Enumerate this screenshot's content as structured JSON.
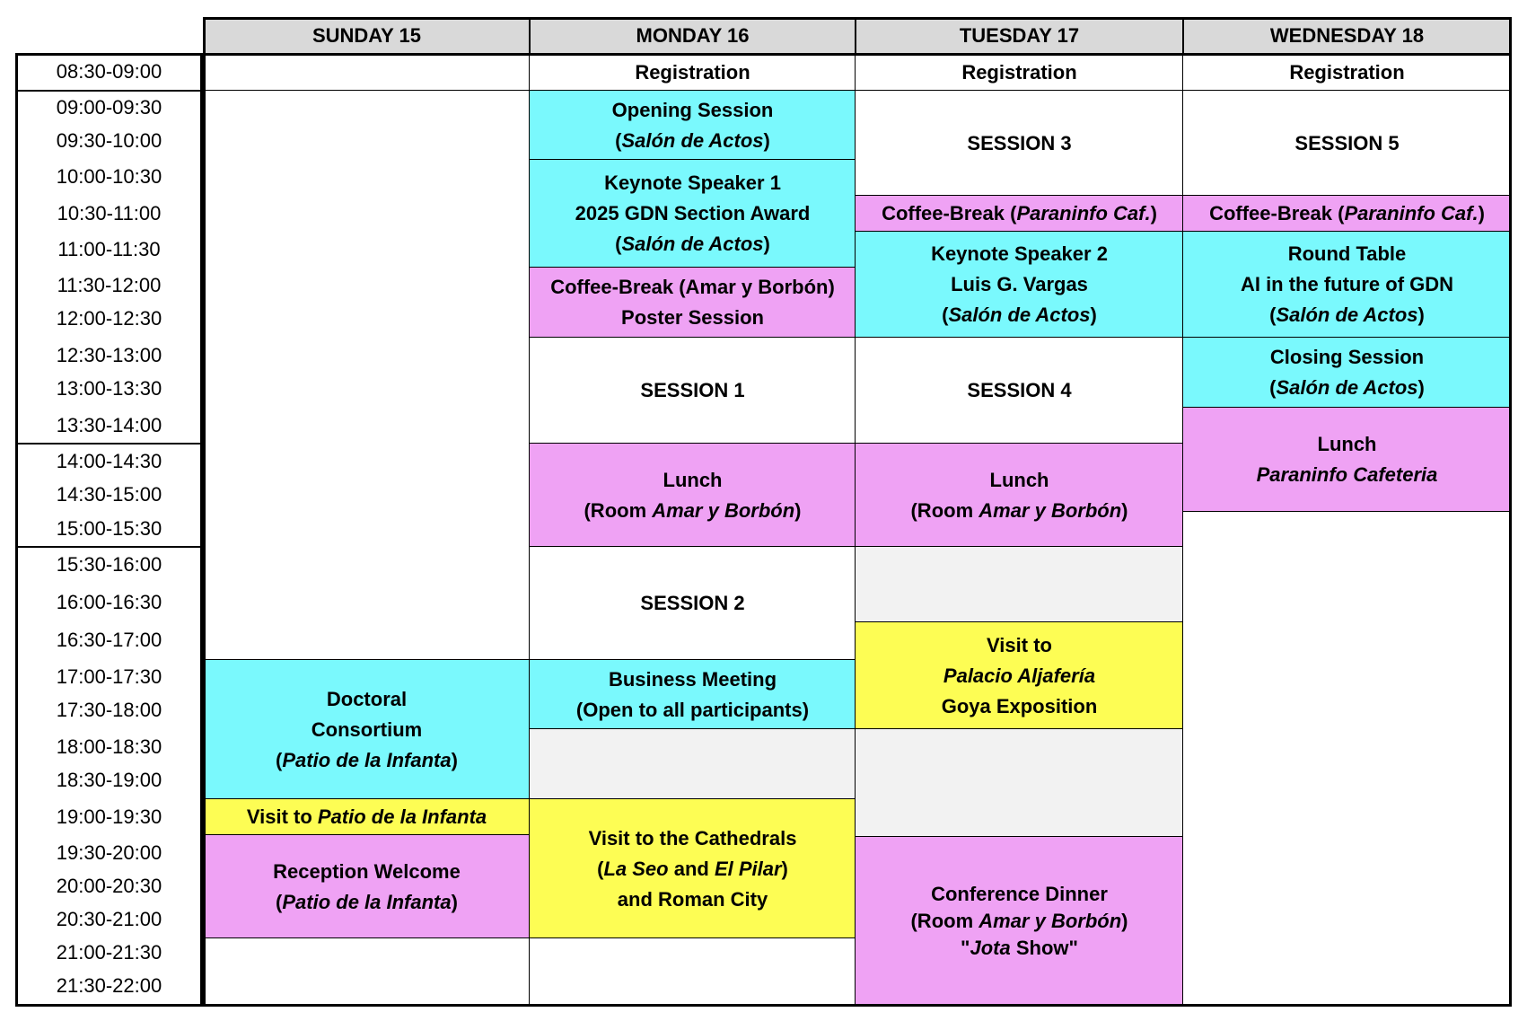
{
  "days": [
    "SUNDAY 15",
    "MONDAY 16",
    "TUESDAY 17",
    "WEDNESDAY 18"
  ],
  "times": [
    "08:30-09:00",
    "09:00-09:30",
    "09:30-10:00",
    "10:00-10:30",
    "10:30-11:00",
    "11:00-11:30",
    "11:30-12:00",
    "12:00-12:30",
    "12:30-13:00",
    "13:00-13:30",
    "13:30-14:00",
    "14:00-14:30",
    "14:30-15:00",
    "15:00-15:30",
    "15:30-16:00",
    "16:00-16:30",
    "16:30-17:00",
    "17:00-17:30",
    "17:30-18:00",
    "18:00-18:30",
    "18:30-19:00",
    "19:00-19:30",
    "19:30-20:00",
    "20:00-20:30",
    "20:30-21:00",
    "21:00-21:30",
    "21:30-22:00"
  ],
  "registration": "Registration",
  "sunday": {
    "doctoral": [
      "Doctoral",
      "Consortium"
    ],
    "doctoral_place": "Patio de la Infanta",
    "visit_prefix": "Visit to ",
    "visit_place": "Patio de la Infanta",
    "reception": "Reception Welcome",
    "reception_place": "Patio de la Infanta"
  },
  "monday": {
    "opening": "Opening Session",
    "salon": "Salón de Actos",
    "keynote1": "Keynote Speaker 1",
    "award": "2025 GDN Section Award",
    "coffee_poster": "Coffee-Break (Amar y Borbón)",
    "poster": "Poster Session",
    "session1": "SESSION 1",
    "lunch": "Lunch",
    "room_prefix": "(Room ",
    "room_name": "Amar y Borbón",
    "room_suffix": ")",
    "session2": "SESSION 2",
    "business": "Business Meeting",
    "business_note": "(Open to all participants)",
    "visit_cathedrals": "Visit to the Cathedrals",
    "seo": "La Seo",
    "and": " and ",
    "pilar": "El Pilar",
    "roman": "and Roman City"
  },
  "tuesday": {
    "session3": "SESSION 3",
    "coffee_prefix": "Coffee-Break (",
    "coffee_place": "Paraninfo Caf.",
    "coffee_suffix": ")",
    "keynote2": "Keynote Speaker 2",
    "speaker2": "Luis G. Vargas",
    "session4": "SESSION 4",
    "lunch": "Lunch",
    "visit": "Visit to",
    "palacio": "Palacio Aljafería",
    "goya": "Goya Exposition",
    "dinner": "Conference Dinner",
    "jota_prefix": "\"",
    "jota_name": "Jota",
    "jota_suffix": " Show\""
  },
  "wednesday": {
    "session5": "SESSION 5",
    "round": "Round Table",
    "ai": "AI in the future of GDN",
    "closing": "Closing Session",
    "lunch": "Lunch",
    "lunch_place": "Paraninfo Cafeteria"
  },
  "colors": {
    "header": "#d9d9d9",
    "session_cyan": "#7af9fd",
    "break_pink": "#efa2f4",
    "visit_yellow": "#fdfd54",
    "empty_grey": "#f2f2f2"
  }
}
